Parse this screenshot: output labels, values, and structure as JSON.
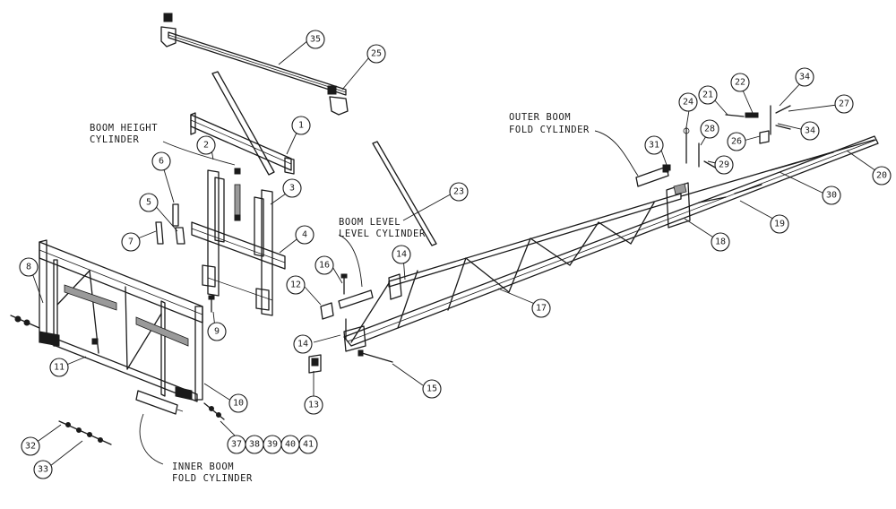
{
  "callouts": {
    "boom_height_cylinder": [
      "BOOM HEIGHT",
      "CYLINDER"
    ],
    "boom_level_cylinder": [
      "BOOM LEVEL",
      "LEVEL CYLINDER"
    ],
    "outer_boom_fold_cylinder": [
      "OUTER BOOM",
      "FOLD CYLINDER"
    ],
    "inner_boom_fold_cylinder": [
      "INNER BOOM",
      "FOLD CYLINDER"
    ]
  },
  "part_numbers": [
    "1",
    "2",
    "3",
    "4",
    "5",
    "6",
    "7",
    "8",
    "9",
    "10",
    "11",
    "12",
    "13",
    "14",
    "14",
    "15",
    "16",
    "17",
    "18",
    "19",
    "20",
    "21",
    "22",
    "23",
    "24",
    "25",
    "26",
    "27",
    "28",
    "29",
    "30",
    "31",
    "32",
    "33",
    "34",
    "34",
    "35",
    "37",
    "38",
    "39",
    "40",
    "41"
  ]
}
